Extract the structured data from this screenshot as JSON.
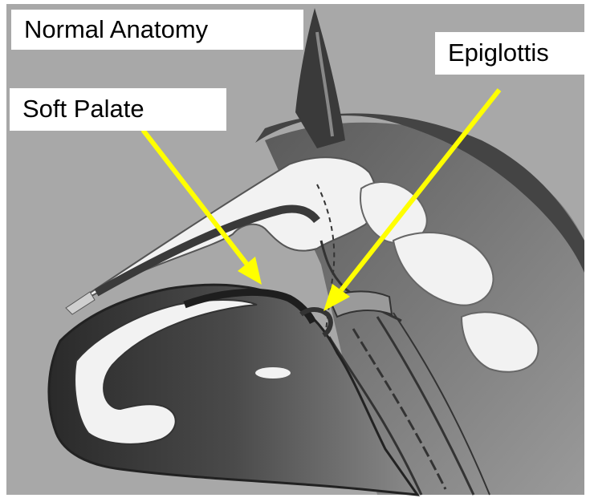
{
  "title": "Normal Anatomy",
  "labels": {
    "soft_palate": "Soft Palate",
    "epiglottis": "Epiglottis"
  },
  "colors": {
    "background": "#a8a8a8",
    "arrow": "#ffff00",
    "dark_tissue": "#3a3a3a",
    "bone": "#f2f2f2"
  }
}
